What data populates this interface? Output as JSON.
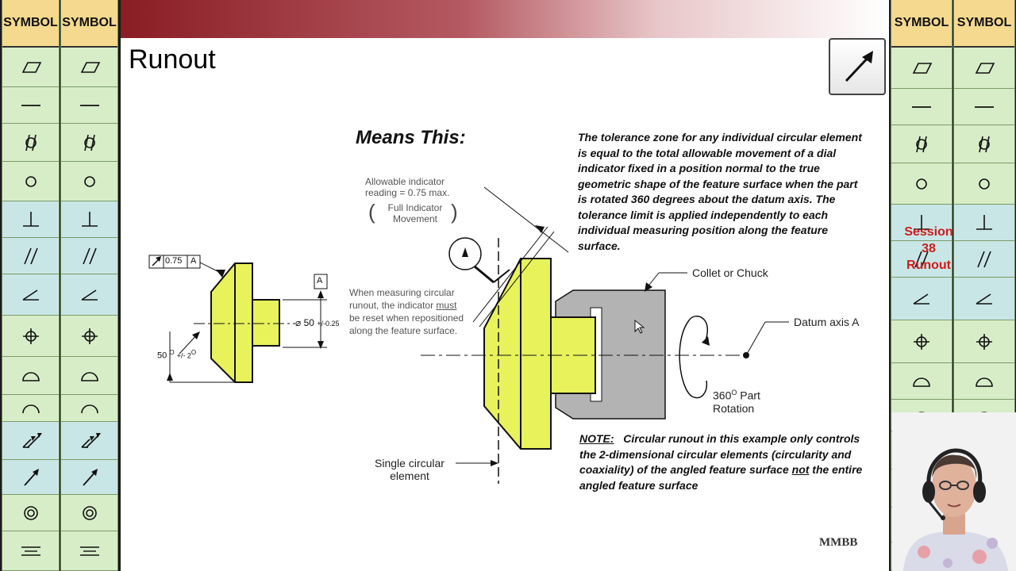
{
  "symbol_panel": {
    "header_label": "SYMBOL",
    "symbols": [
      {
        "name": "flatness",
        "band": "green"
      },
      {
        "name": "straightness",
        "band": "green"
      },
      {
        "name": "cylindricity",
        "band": "green"
      },
      {
        "name": "circularity",
        "band": "green"
      },
      {
        "name": "perpendicularity",
        "band": "blue"
      },
      {
        "name": "parallelism",
        "band": "blue"
      },
      {
        "name": "angularity",
        "band": "blue"
      },
      {
        "name": "position",
        "band": "green"
      },
      {
        "name": "profile-of-surface",
        "band": "green"
      },
      {
        "name": "profile-of-line",
        "band": "green"
      },
      {
        "name": "total-runout",
        "band": "blue"
      },
      {
        "name": "circular-runout",
        "band": "blue"
      },
      {
        "name": "concentricity",
        "band": "green"
      },
      {
        "name": "symmetry",
        "band": "green"
      }
    ]
  },
  "slide": {
    "title": "Runout",
    "means_this": "Means This:",
    "description": "The tolerance zone for any individual circular element is equal to the total allowable movement of a dial indicator fixed in a position normal to the true geometric shape of the feature surface when the part is rotated 360 degrees about the datum axis. The tolerance limit is applied independently to each individual measuring position along the feature surface.",
    "note_label": "NOTE:",
    "note_part1": "Circular runout in this example only controls the 2-dimensional circular elements (circularity and coaxiality) of the angled feature surface",
    "note_not": "not",
    "note_part2": "the entire angled feature surface",
    "allowable_line1": "Allowable indicator",
    "allowable_line2": "reading = 0.75 max.",
    "fim_line1": "Full Indicator",
    "fim_line2": "Movement",
    "measuring_line1": "When measuring circular",
    "measuring_line2_a": "runout, the indicator",
    "measuring_line2_b": "must",
    "measuring_line3": "be reset when repositioned",
    "measuring_line4": "along the feature surface.",
    "collet_label": "Collet or Chuck",
    "datum_axis_label": "Datum axis A",
    "rotation_line1": "360",
    "rotation_deg": "O",
    "rotation_line1b": "Part",
    "rotation_line2": "Rotation",
    "single_line1": "Single circular",
    "single_line2": "element",
    "fcf_value": "0.75",
    "fcf_datum": "A",
    "datum_box": "A",
    "diameter_value": "50",
    "diameter_tol": "+/-0.25",
    "angle_value": "50",
    "angle_deg": "O",
    "angle_tol": "+/- 2",
    "angle_tol_deg": "O",
    "logo": "MMBB"
  },
  "presenter": {
    "session_line1": "Session",
    "session_line2": "38",
    "session_line3": "Runout"
  },
  "colors": {
    "part_yellow": "#e8f25a",
    "fixture_gray": "#b3b3b3",
    "session_red": "#d01b1b",
    "banner_red": "#8a1d24"
  }
}
